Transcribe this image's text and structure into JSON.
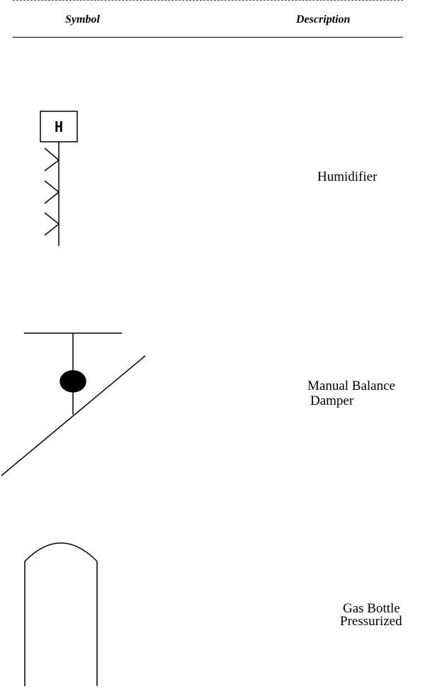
{
  "header": {
    "symbol_label": "Symbol",
    "description_label": "Description"
  },
  "rows": [
    {
      "symbol": "humidifier-symbol",
      "symbol_letter": "H",
      "description_lines": [
        "Humidifier"
      ]
    },
    {
      "symbol": "manual-balance-damper-symbol",
      "description_lines": [
        "Manual Balance",
        "Damper"
      ]
    },
    {
      "symbol": "gas-bottle-pressurized-symbol",
      "description_lines": [
        "Gas Bottle",
        "Pressurized"
      ]
    }
  ]
}
